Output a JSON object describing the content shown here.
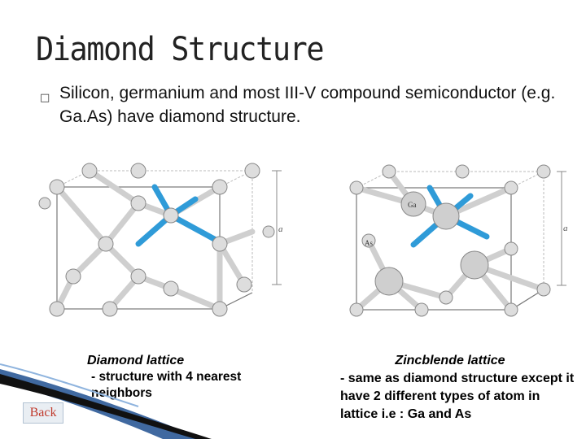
{
  "slide": {
    "title": "Diamond Structure",
    "bullet": "Silicon, germanium and most III-V compound semiconductor (e.g. Ga.As) have diamond structure."
  },
  "left_figure": {
    "dimension_label": "a",
    "caption_title": "Diamond lattice",
    "caption_text": "- structure with 4 nearest neighbors"
  },
  "right_figure": {
    "dimension_label": "a",
    "atom_label_ga": "Ga",
    "atom_label_as": "As",
    "caption_title": "Zincblende lattice",
    "caption_text": "- same as diamond structure except it have 2 different types of atom in lattice i.e : Ga and As"
  },
  "nav": {
    "back_label": "Back"
  },
  "colors": {
    "bond_highlight": "#2f9bd8",
    "atom_fill": "#dddddd",
    "atom_large": "#cfcfcf",
    "back_text": "#c0392b"
  },
  "icons": {
    "bullet": "square-bullet-icon"
  }
}
